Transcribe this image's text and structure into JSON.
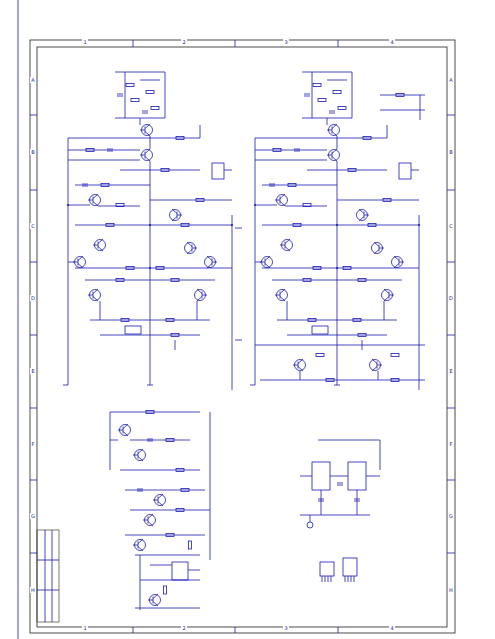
{
  "diagram": {
    "labels": [
      "1",
      "2",
      "3",
      "4",
      "1",
      "2",
      "3",
      "4",
      "A",
      "B",
      "C",
      "D",
      "E",
      "F",
      "G",
      "H",
      "A",
      "B",
      "C",
      "D",
      "E",
      "F",
      "G",
      "H"
    ]
  }
}
